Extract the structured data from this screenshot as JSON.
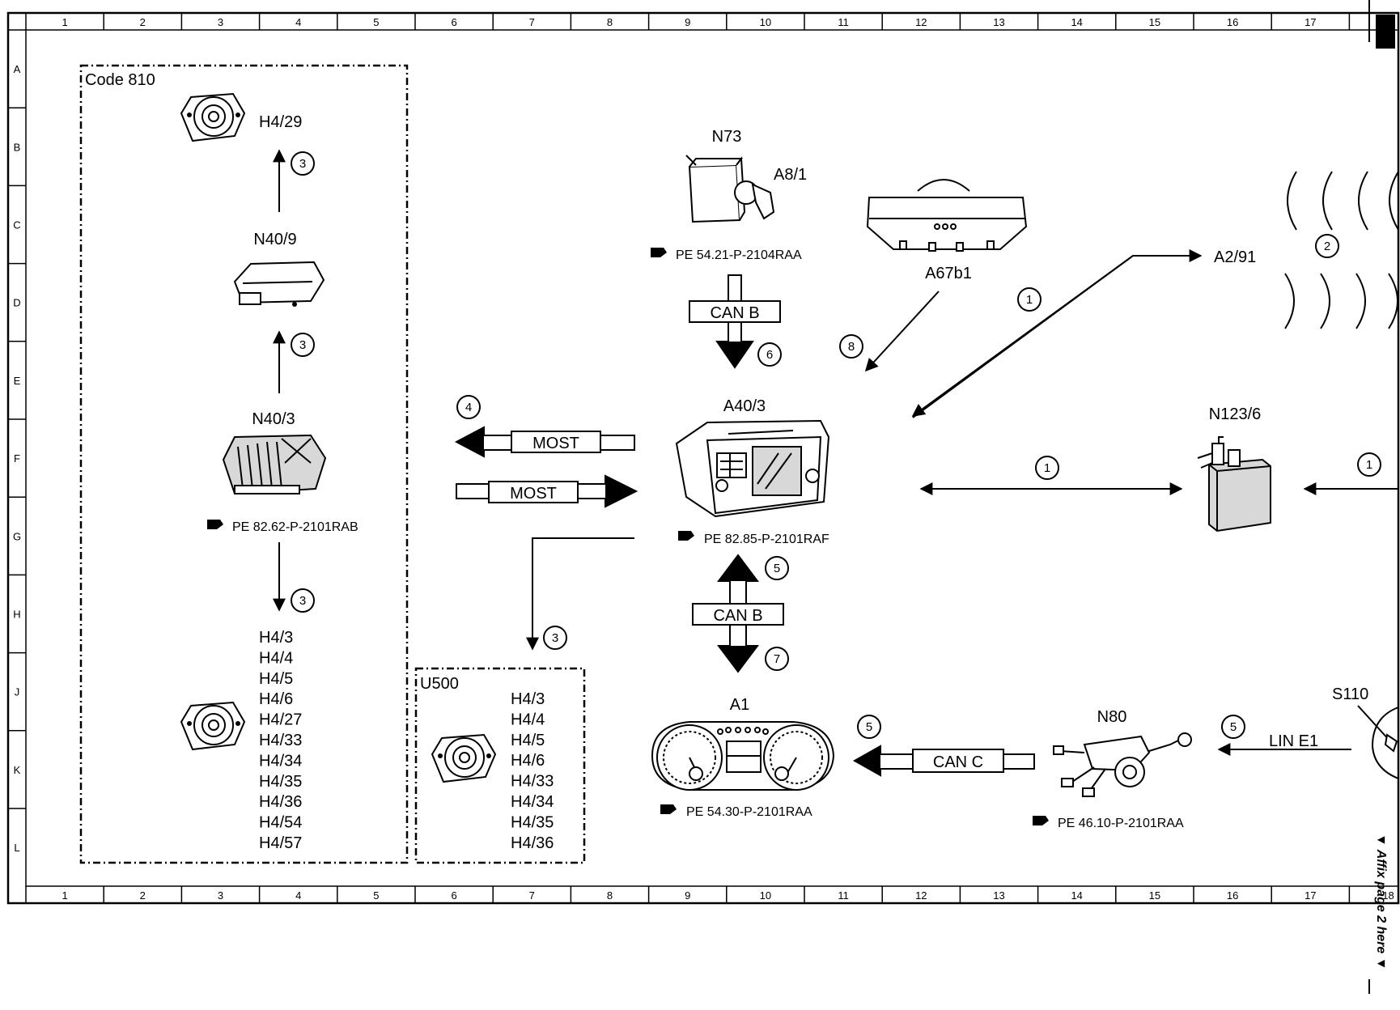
{
  "grid": {
    "columns": [
      "1",
      "2",
      "3",
      "4",
      "5",
      "6",
      "7",
      "8",
      "9",
      "10",
      "11",
      "12",
      "13",
      "14",
      "15",
      "16",
      "17",
      "18"
    ],
    "rows": [
      "A",
      "B",
      "C",
      "D",
      "E",
      "F",
      "G",
      "H",
      "J",
      "K",
      "L"
    ]
  },
  "groups": {
    "code810": "Code 810",
    "u500": "U500"
  },
  "components": {
    "h4_29": "H4/29",
    "n40_9": "N40/9",
    "n40_3": "N40/3",
    "n73": "N73",
    "a8_1": "A8/1",
    "a67b1": "A67b1",
    "a2_91": "A2/91",
    "a40_3": "A40/3",
    "n123_6": "N123/6",
    "a1": "A1",
    "n80": "N80",
    "s110": "S110"
  },
  "speaker_list_left": [
    "H4/3",
    "H4/4",
    "H4/5",
    "H4/6",
    "H4/27",
    "H4/33",
    "H4/34",
    "H4/35",
    "H4/36",
    "H4/54",
    "H4/57"
  ],
  "speaker_list_u500": [
    "H4/3",
    "H4/4",
    "H4/5",
    "H4/6",
    "H4/33",
    "H4/34",
    "H4/35",
    "H4/36"
  ],
  "refs": {
    "n40_3": "PE 82.62-P-2101RAB",
    "n73": "PE 54.21-P-2104RAA",
    "a40_3": "PE 82.85-P-2101RAF",
    "a1": "PE 54.30-P-2101RAA",
    "n80": "PE 46.10-P-2101RAA"
  },
  "buses": {
    "can_b_top": "CAN B",
    "can_b_bottom": "CAN B",
    "most_out": "MOST",
    "most_in": "MOST",
    "can_c": "CAN C",
    "lin_e1": "LIN E1"
  },
  "callouts": {
    "c1a": "1",
    "c1b": "1",
    "c1c": "1",
    "c2": "2",
    "c3a": "3",
    "c3b": "3",
    "c3c": "3",
    "c3d": "3",
    "c4": "4",
    "c5a": "5",
    "c5b": "5",
    "c5c": "5",
    "c6": "6",
    "c7": "7",
    "c8": "8"
  },
  "side_note": "▼ Affix page 2 here ▼"
}
